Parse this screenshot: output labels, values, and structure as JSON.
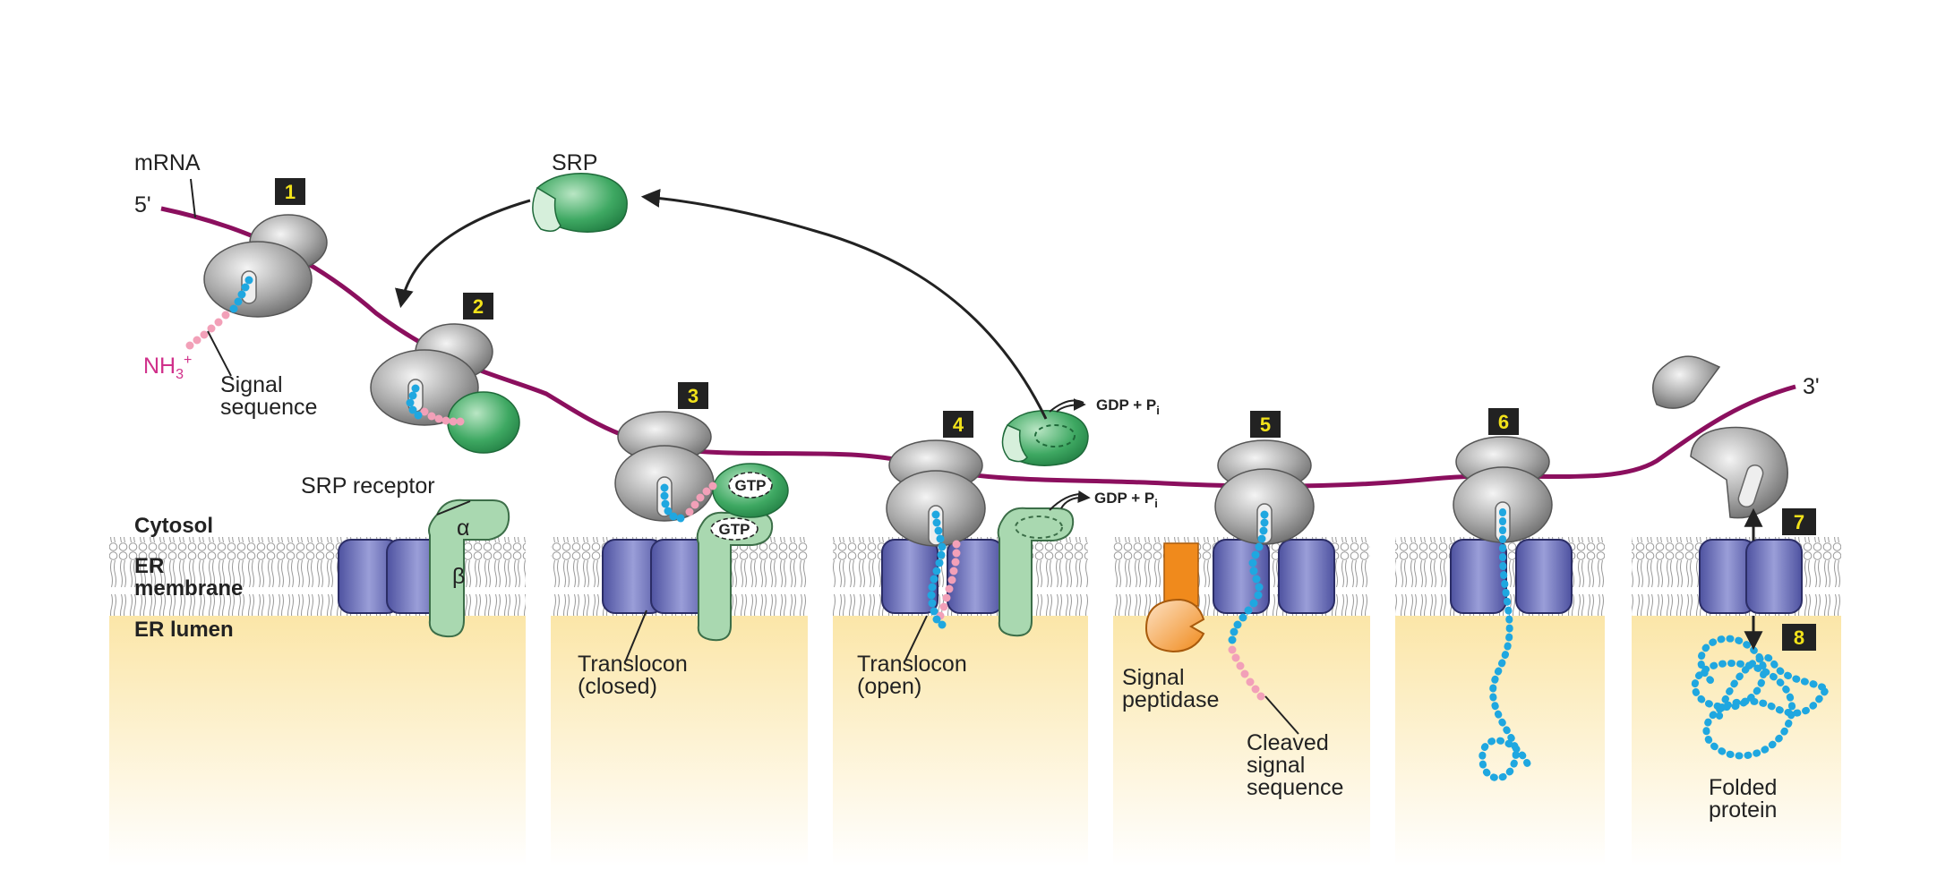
{
  "labels": {
    "mrna": "mRNA",
    "five_prime": "5'",
    "three_prime": "3'",
    "srp": "SRP",
    "nh3": "NH",
    "nh3_sub": "3",
    "nh3_sup": "+",
    "signal_sequence_1": "Signal",
    "signal_sequence_2": "sequence",
    "srp_receptor": "SRP receptor",
    "alpha": "α",
    "beta": "β",
    "cytosol": "Cytosol",
    "er_membrane_1": "ER",
    "er_membrane_2": "membrane",
    "er_lumen": "ER lumen",
    "gtp": "GTP",
    "gdp_pi": "GDP + P",
    "gdp_pi_sub": "i",
    "translocon_closed_1": "Translocon",
    "translocon_closed_2": "(closed)",
    "translocon_open_1": "Translocon",
    "translocon_open_2": "(open)",
    "signal_peptidase_1": "Signal",
    "signal_peptidase_2": "peptidase",
    "cleaved_1": "Cleaved",
    "cleaved_2": "signal",
    "cleaved_3": "sequence",
    "folded_1": "Folded",
    "folded_2": "protein"
  },
  "steps": [
    "1",
    "2",
    "3",
    "4",
    "5",
    "6",
    "7",
    "8"
  ],
  "colors": {
    "mrna": "#8b0f5e",
    "ribosome": "#9a9a9a",
    "srp": "#2f9a55",
    "srp_light": "#a9d8b0",
    "translocon": "#5f63b0",
    "signal_seq": "#f2a0b8",
    "nascent_chain": "#1fa7e0",
    "peptidase": "#f08a1c",
    "lumen": "#fbe9b4",
    "step_box": "#222222",
    "step_text": "#f2e21a",
    "nh3": "#d0308a"
  }
}
